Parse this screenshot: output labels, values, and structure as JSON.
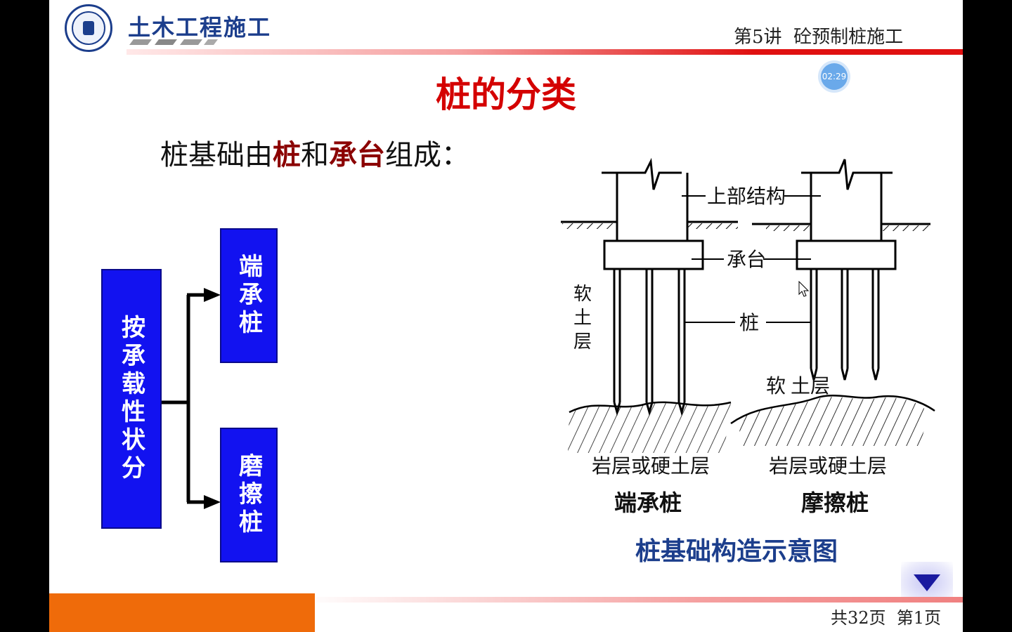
{
  "header": {
    "course_title": "土木工程施工",
    "lecture_title": "第5讲  砼预制桩施工"
  },
  "slide": {
    "title": "桩的分类",
    "timer": "02:29",
    "intro": {
      "prefix": "桩基础由",
      "word1": "桩",
      "mid": "和",
      "word2": "承台",
      "suffix": "组成："
    }
  },
  "classification": {
    "root": "按承载性状分",
    "branches": [
      "端承桩",
      "磨擦桩"
    ]
  },
  "diagram": {
    "labels": {
      "superstructure": "上部结构",
      "pile_cap": "承台",
      "pile": "桩",
      "soft_soil_left": "软\n土\n层",
      "soft_soil_right": "软 土层",
      "rock_left": "岩层或硬土层",
      "rock_right": "岩层或硬土层",
      "end_bearing": "端承桩",
      "friction": "摩擦桩"
    },
    "caption": "桩基础构造示意图"
  },
  "footer": {
    "page_info": "共32页  第1页"
  },
  "icons": [
    "next-page-icon",
    "mouse-cursor-icon",
    "school-logo-icon"
  ],
  "colors": {
    "accent_red": "#d40000",
    "brand_blue": "#1c3e8c",
    "box_blue": "#1212f0",
    "footer_orange": "#ef6b0a"
  }
}
